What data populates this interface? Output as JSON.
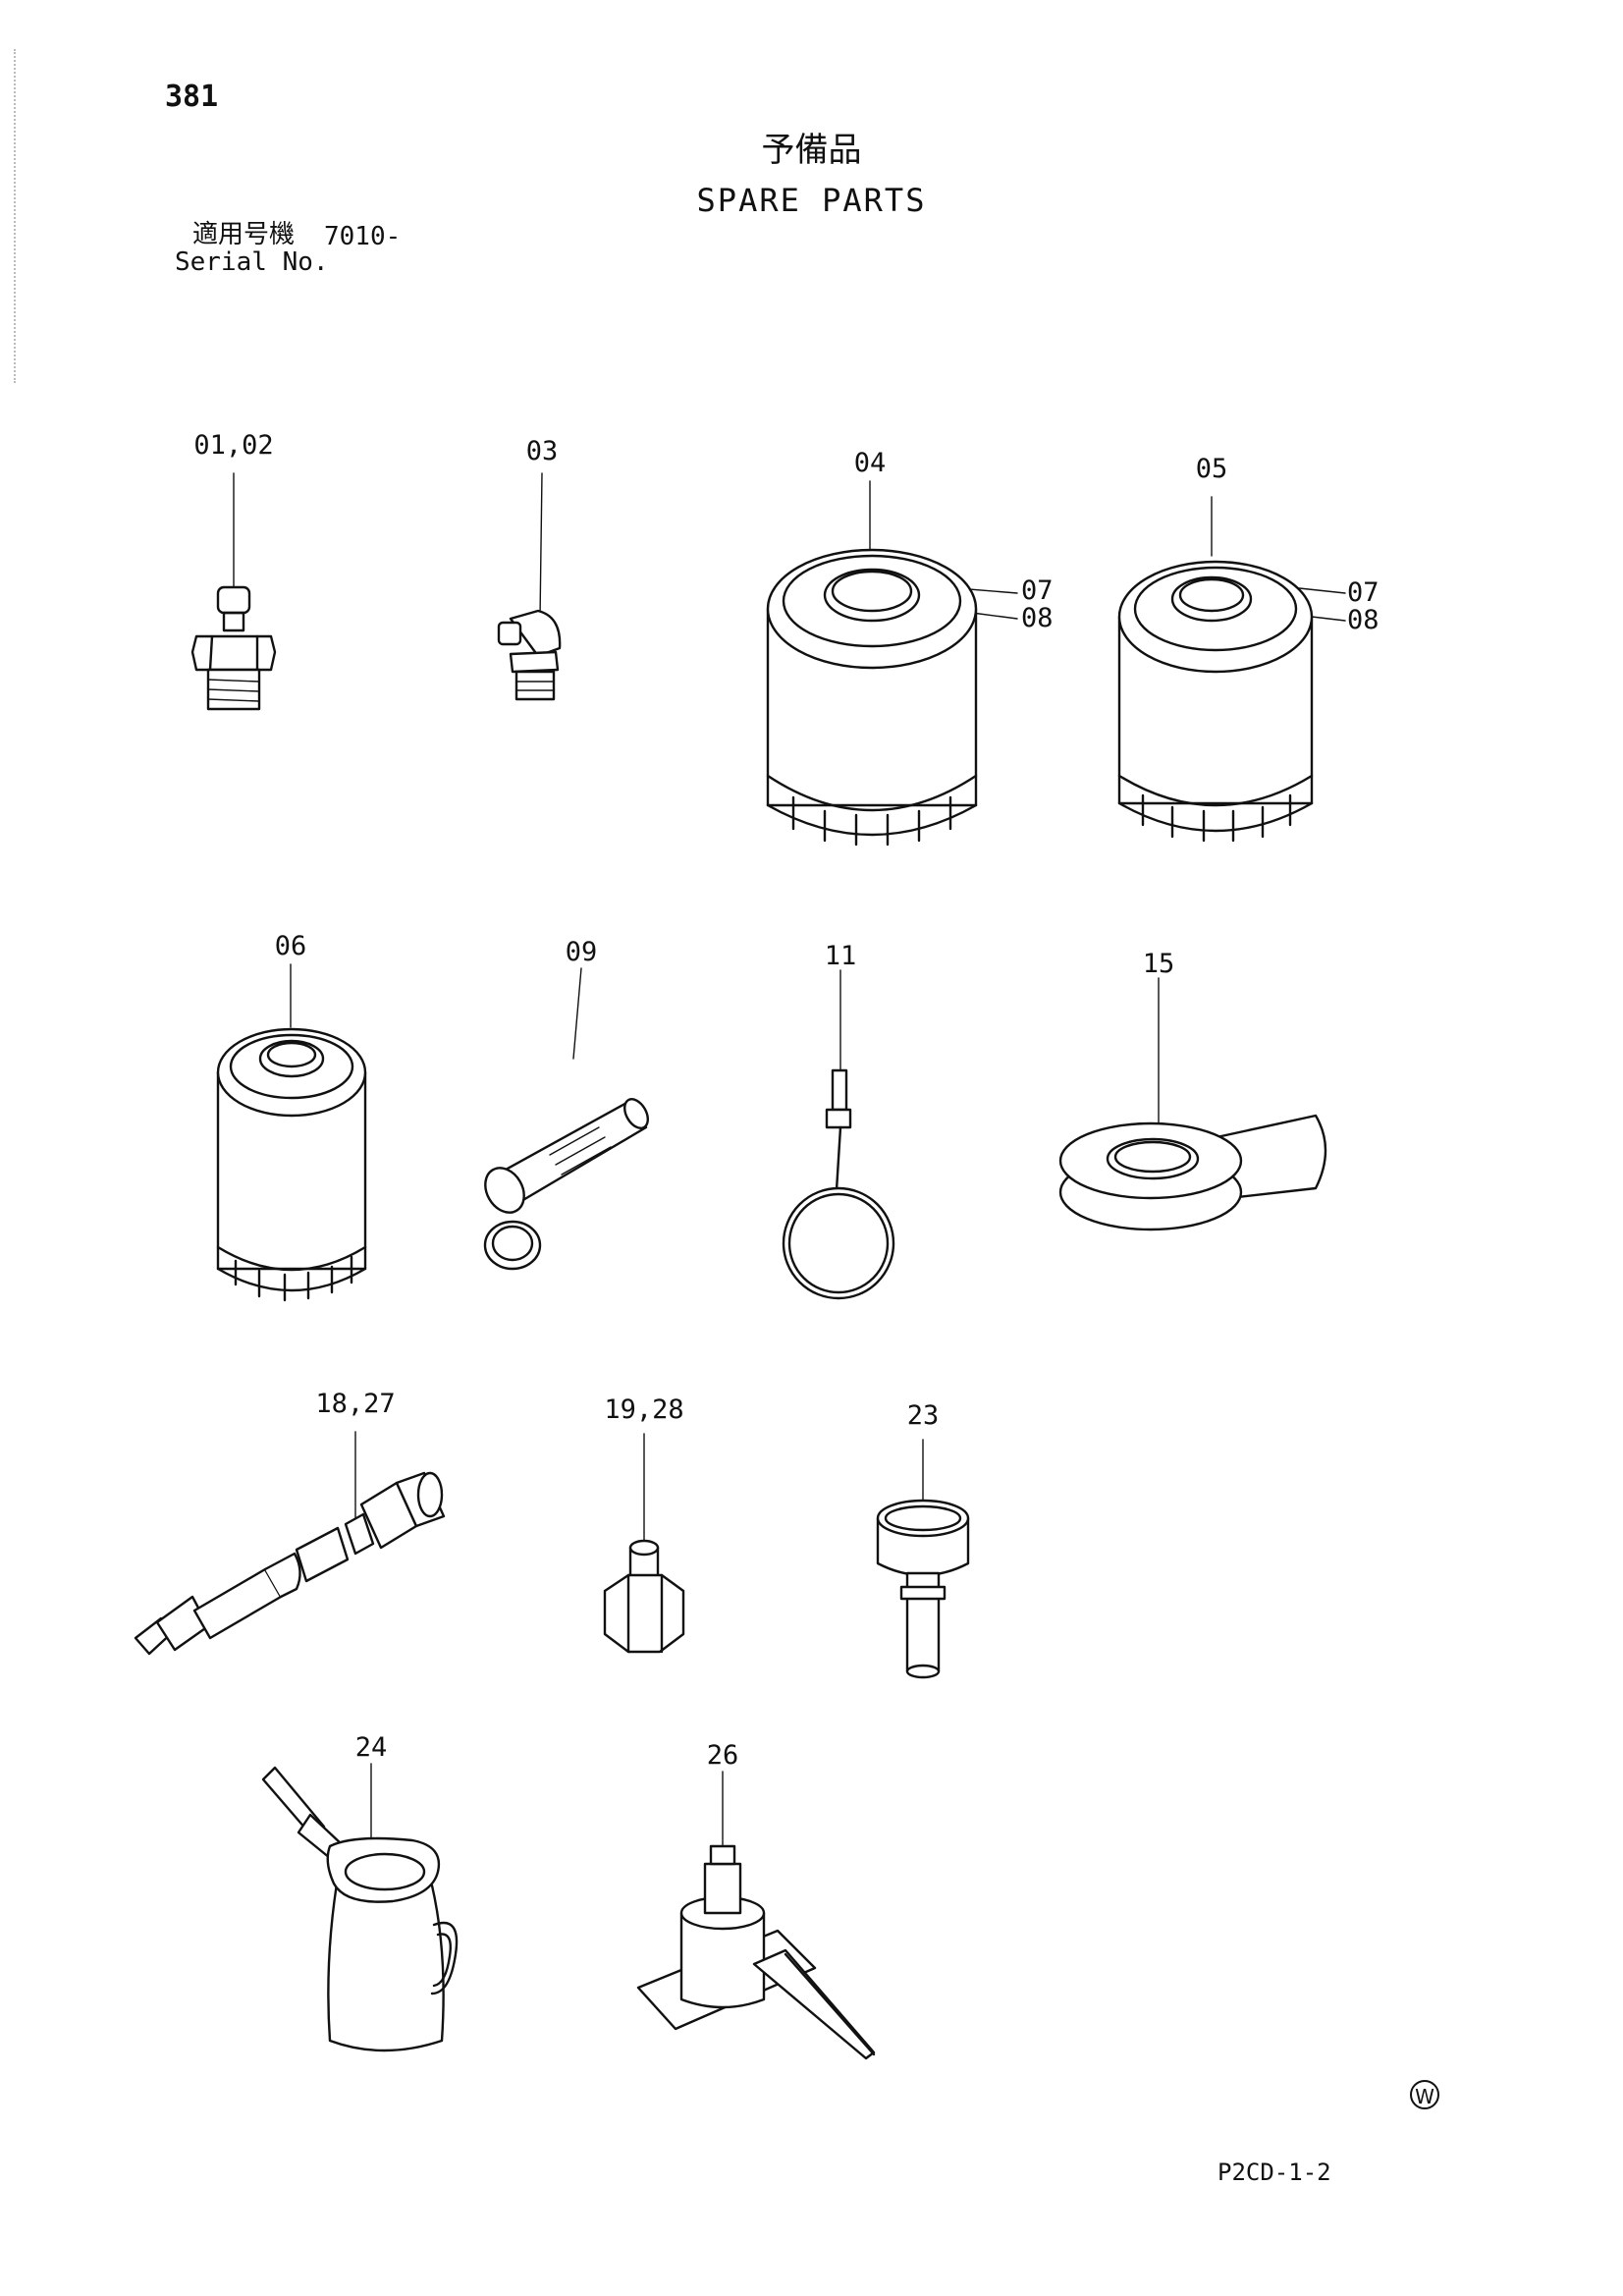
{
  "header": {
    "page_number": "381",
    "title_jp": "予備品",
    "title_en": "SPARE PARTS",
    "serial_label_jp": "適用号機",
    "serial_value": "7010-",
    "serial_label_en": "Serial No."
  },
  "callouts": {
    "c0102": "01,02",
    "c03": "03",
    "c04": "04",
    "c05": "05",
    "c07a": "07",
    "c08a": "08",
    "c07b": "07",
    "c08b": "08",
    "c06": "06",
    "c09": "09",
    "c11": "11",
    "c15": "15",
    "c1827": "18,27",
    "c1928": "19,28",
    "c23": "23",
    "c24": "24",
    "c26": "26"
  },
  "footer": {
    "mark": "W",
    "doc_code": "P2CD-1-2"
  }
}
